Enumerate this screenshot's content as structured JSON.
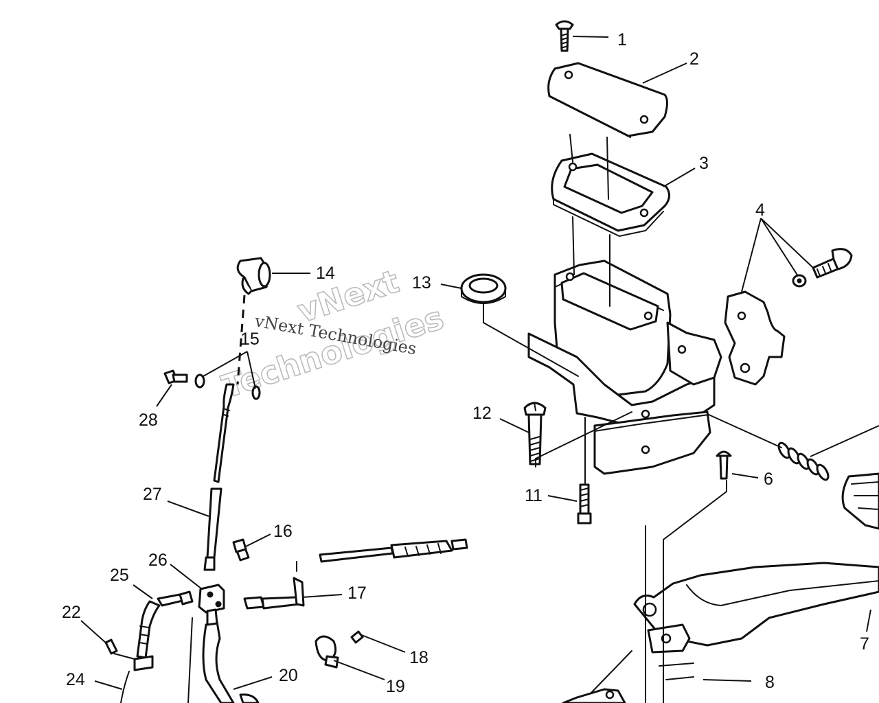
{
  "watermark": {
    "outline_line1": "vNext",
    "outline_line2": "Technologies",
    "text": "vNext Technologies"
  },
  "callouts": [
    "1",
    "2",
    "3",
    "4",
    "6",
    "7",
    "8",
    "11",
    "12",
    "13",
    "14",
    "15",
    "16",
    "17",
    "18",
    "19",
    "20",
    "22",
    "24",
    "25",
    "26",
    "27",
    "28"
  ]
}
